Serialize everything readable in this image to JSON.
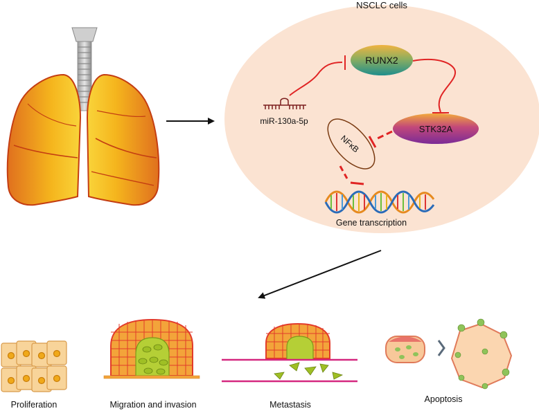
{
  "header": {
    "cell_title": "NSCLC cells"
  },
  "nodes": {
    "runx2": "RUNX2",
    "stk32a": "STK32A",
    "nfkb": "NFκB",
    "mirna": "miR-130a-5p",
    "gene": "Gene transcription"
  },
  "outcomes": {
    "proliferation": "Proliferation",
    "migration": "Migration and invasion",
    "metastasis": "Metastasis",
    "apoptosis": "Apoptosis"
  },
  "colors": {
    "cell_bg": "#fbe3d2",
    "inhibit": "#e02424",
    "lung_dark": "#c8501a",
    "lung_light": "#f6c21d",
    "tumor_green": "#b5cf36",
    "cell_orange": "#f3a43a",
    "vessel": "#d4277f"
  }
}
